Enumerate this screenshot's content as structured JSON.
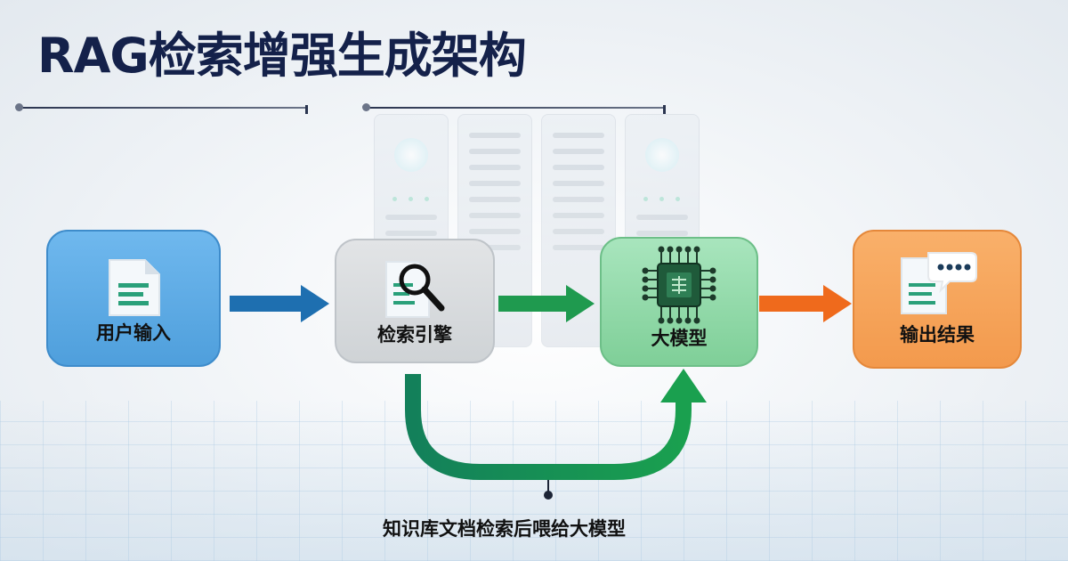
{
  "title": "RAG检索增强生成架构",
  "nodes": [
    {
      "id": "user-input",
      "label": "用户输入",
      "color": "#5aa9e6",
      "icon": "document-icon"
    },
    {
      "id": "retrieval-engine",
      "label": "检索引擎",
      "color": "#d6d9dc",
      "icon": "magnifier-document-icon"
    },
    {
      "id": "large-model",
      "label": "大模型",
      "color": "#8fd8a8",
      "icon": "chip-icon"
    },
    {
      "id": "output-result",
      "label": "输出结果",
      "color": "#f6a35a",
      "icon": "chat-document-icon"
    }
  ],
  "edges": [
    {
      "from": "user-input",
      "to": "retrieval-engine",
      "color": "#1e6fb0"
    },
    {
      "from": "retrieval-engine",
      "to": "large-model",
      "color": "#1f9a4f"
    },
    {
      "from": "large-model",
      "to": "output-result",
      "color": "#ef6a1c"
    },
    {
      "from": "retrieval-engine",
      "to": "large-model",
      "color": "#1a7a52",
      "label": "知识库文档检索后喂给大模型"
    }
  ],
  "caption": "知识库文档检索后喂给大模型"
}
